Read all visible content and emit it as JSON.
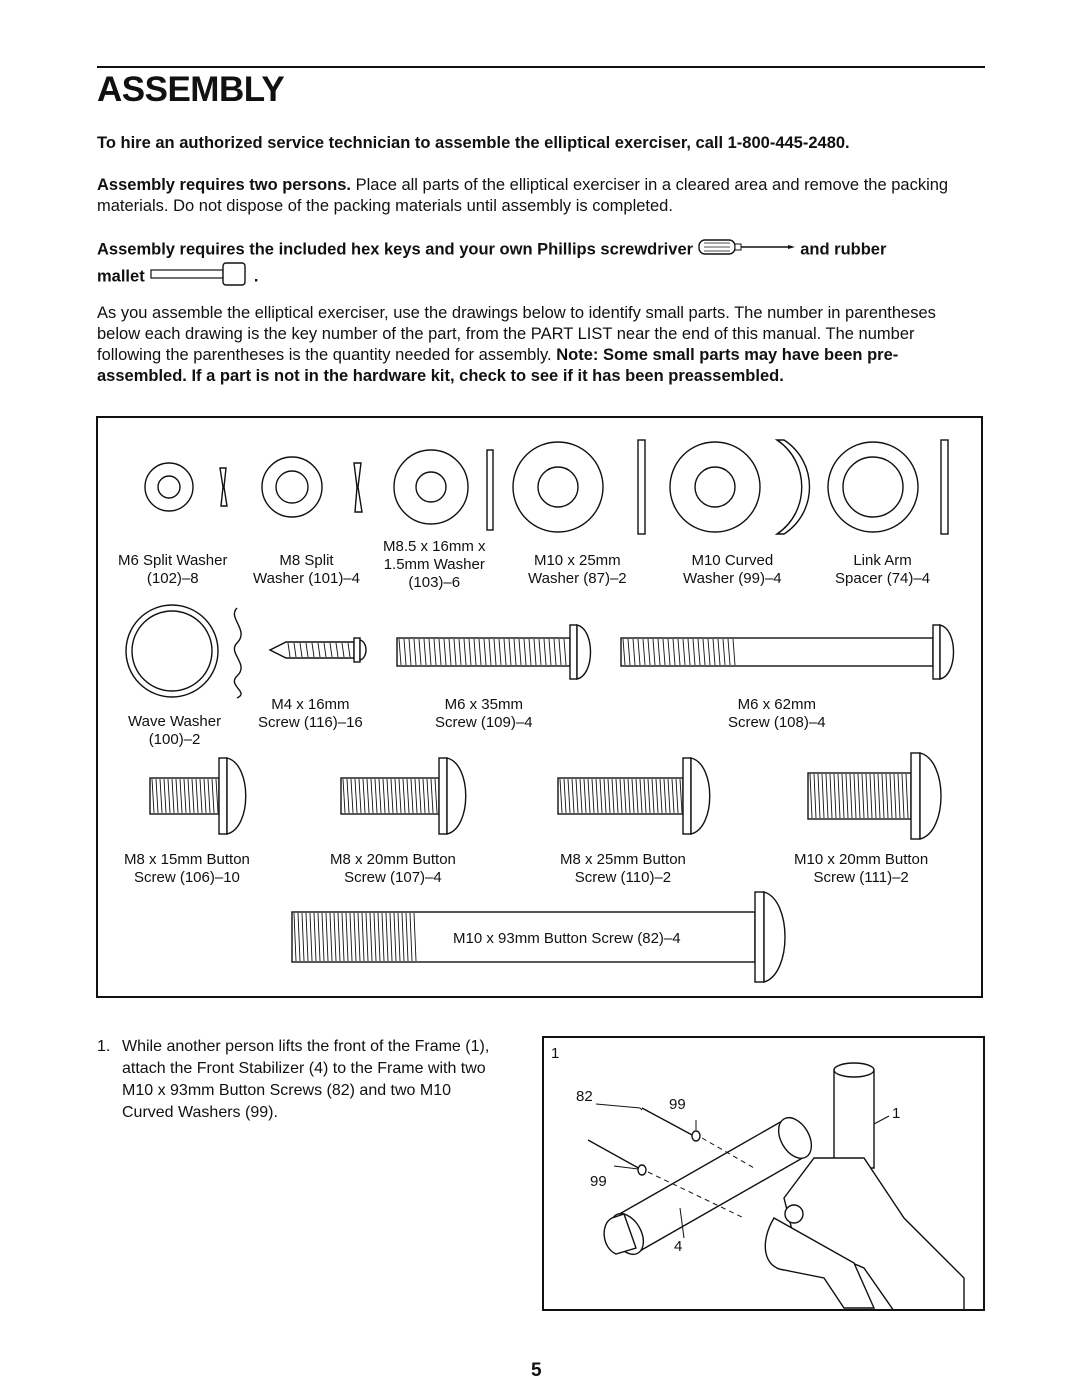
{
  "page": {
    "title": "ASSEMBLY",
    "service_line": "To hire an authorized service technician to assemble the elliptical exerciser, call 1-800-445-2480.",
    "persons_bold": "Assembly requires two persons.",
    "persons_text": " Place all parts of the elliptical exerciser in a cleared area and remove the packing materials. Do not dispose of the packing materials until assembly is completed.",
    "tools_part1": "Assembly requires the included hex keys and your own Phillips screwdriver",
    "tools_part2": "and rubber",
    "tools_part3": "mallet",
    "tools_part4": ".",
    "identify_text": "As you assemble the elliptical exerciser, use the drawings below to identify small parts. The number in parentheses below each drawing is the key number of the part, from the PART LIST near the end of this manual. The number following the parentheses is the quantity needed for assembly. ",
    "identify_bold": "Note: Some small parts may have been pre-assembled. If a part is not in the hardware kit, check to see if it has been preassembled.",
    "page_number": "5",
    "icons": [
      "screwdriver-icon",
      "mallet-icon"
    ]
  },
  "hardware": {
    "m6_split_washer": [
      "M6 Split Washer",
      "(102)–8"
    ],
    "m8_split_washer": [
      "M8 Split",
      "Washer (101)–4"
    ],
    "m85_washer": [
      "M8.5 x 16mm x",
      "1.5mm Washer",
      "(103)–6"
    ],
    "m10_washer": [
      "M10 x 25mm",
      "Washer (87)–2"
    ],
    "m10_curved": [
      "M10 Curved",
      "Washer (99)–4"
    ],
    "link_arm": [
      "Link Arm",
      "Spacer (74)–4"
    ],
    "wave_washer": [
      "Wave Washer",
      "(100)–2"
    ],
    "m4_screw": [
      "M4 x 16mm",
      "Screw (116)–16"
    ],
    "m6_35_screw": [
      "M6 x 35mm",
      "Screw (109)–4"
    ],
    "m6_62_screw": [
      "M6 x 62mm",
      "Screw (108)–4"
    ],
    "m8_15_screw": [
      "M8 x 15mm Button",
      "Screw (106)–10"
    ],
    "m8_20_screw": [
      "M8 x 20mm Button",
      "Screw (107)–4"
    ],
    "m8_25_screw": [
      "M8 x 25mm Button",
      "Screw (110)–2"
    ],
    "m10_20_screw": [
      "M10 x 20mm Button",
      "Screw (111)–2"
    ],
    "m10_93_screw": "M10 x 93mm Button Screw (82)–4"
  },
  "step1": {
    "number": "1.",
    "text": "While another person lifts the front of the Frame (1), attach the Front Stabilizer (4) to the Frame with two M10 x 93mm Button Screws (82) and two M10 Curved Washers (99).",
    "figure_label": "1",
    "callouts": {
      "screw": "82",
      "washer_top": "99",
      "washer_bottom": "99",
      "frame": "1",
      "stabilizer": "4"
    }
  }
}
